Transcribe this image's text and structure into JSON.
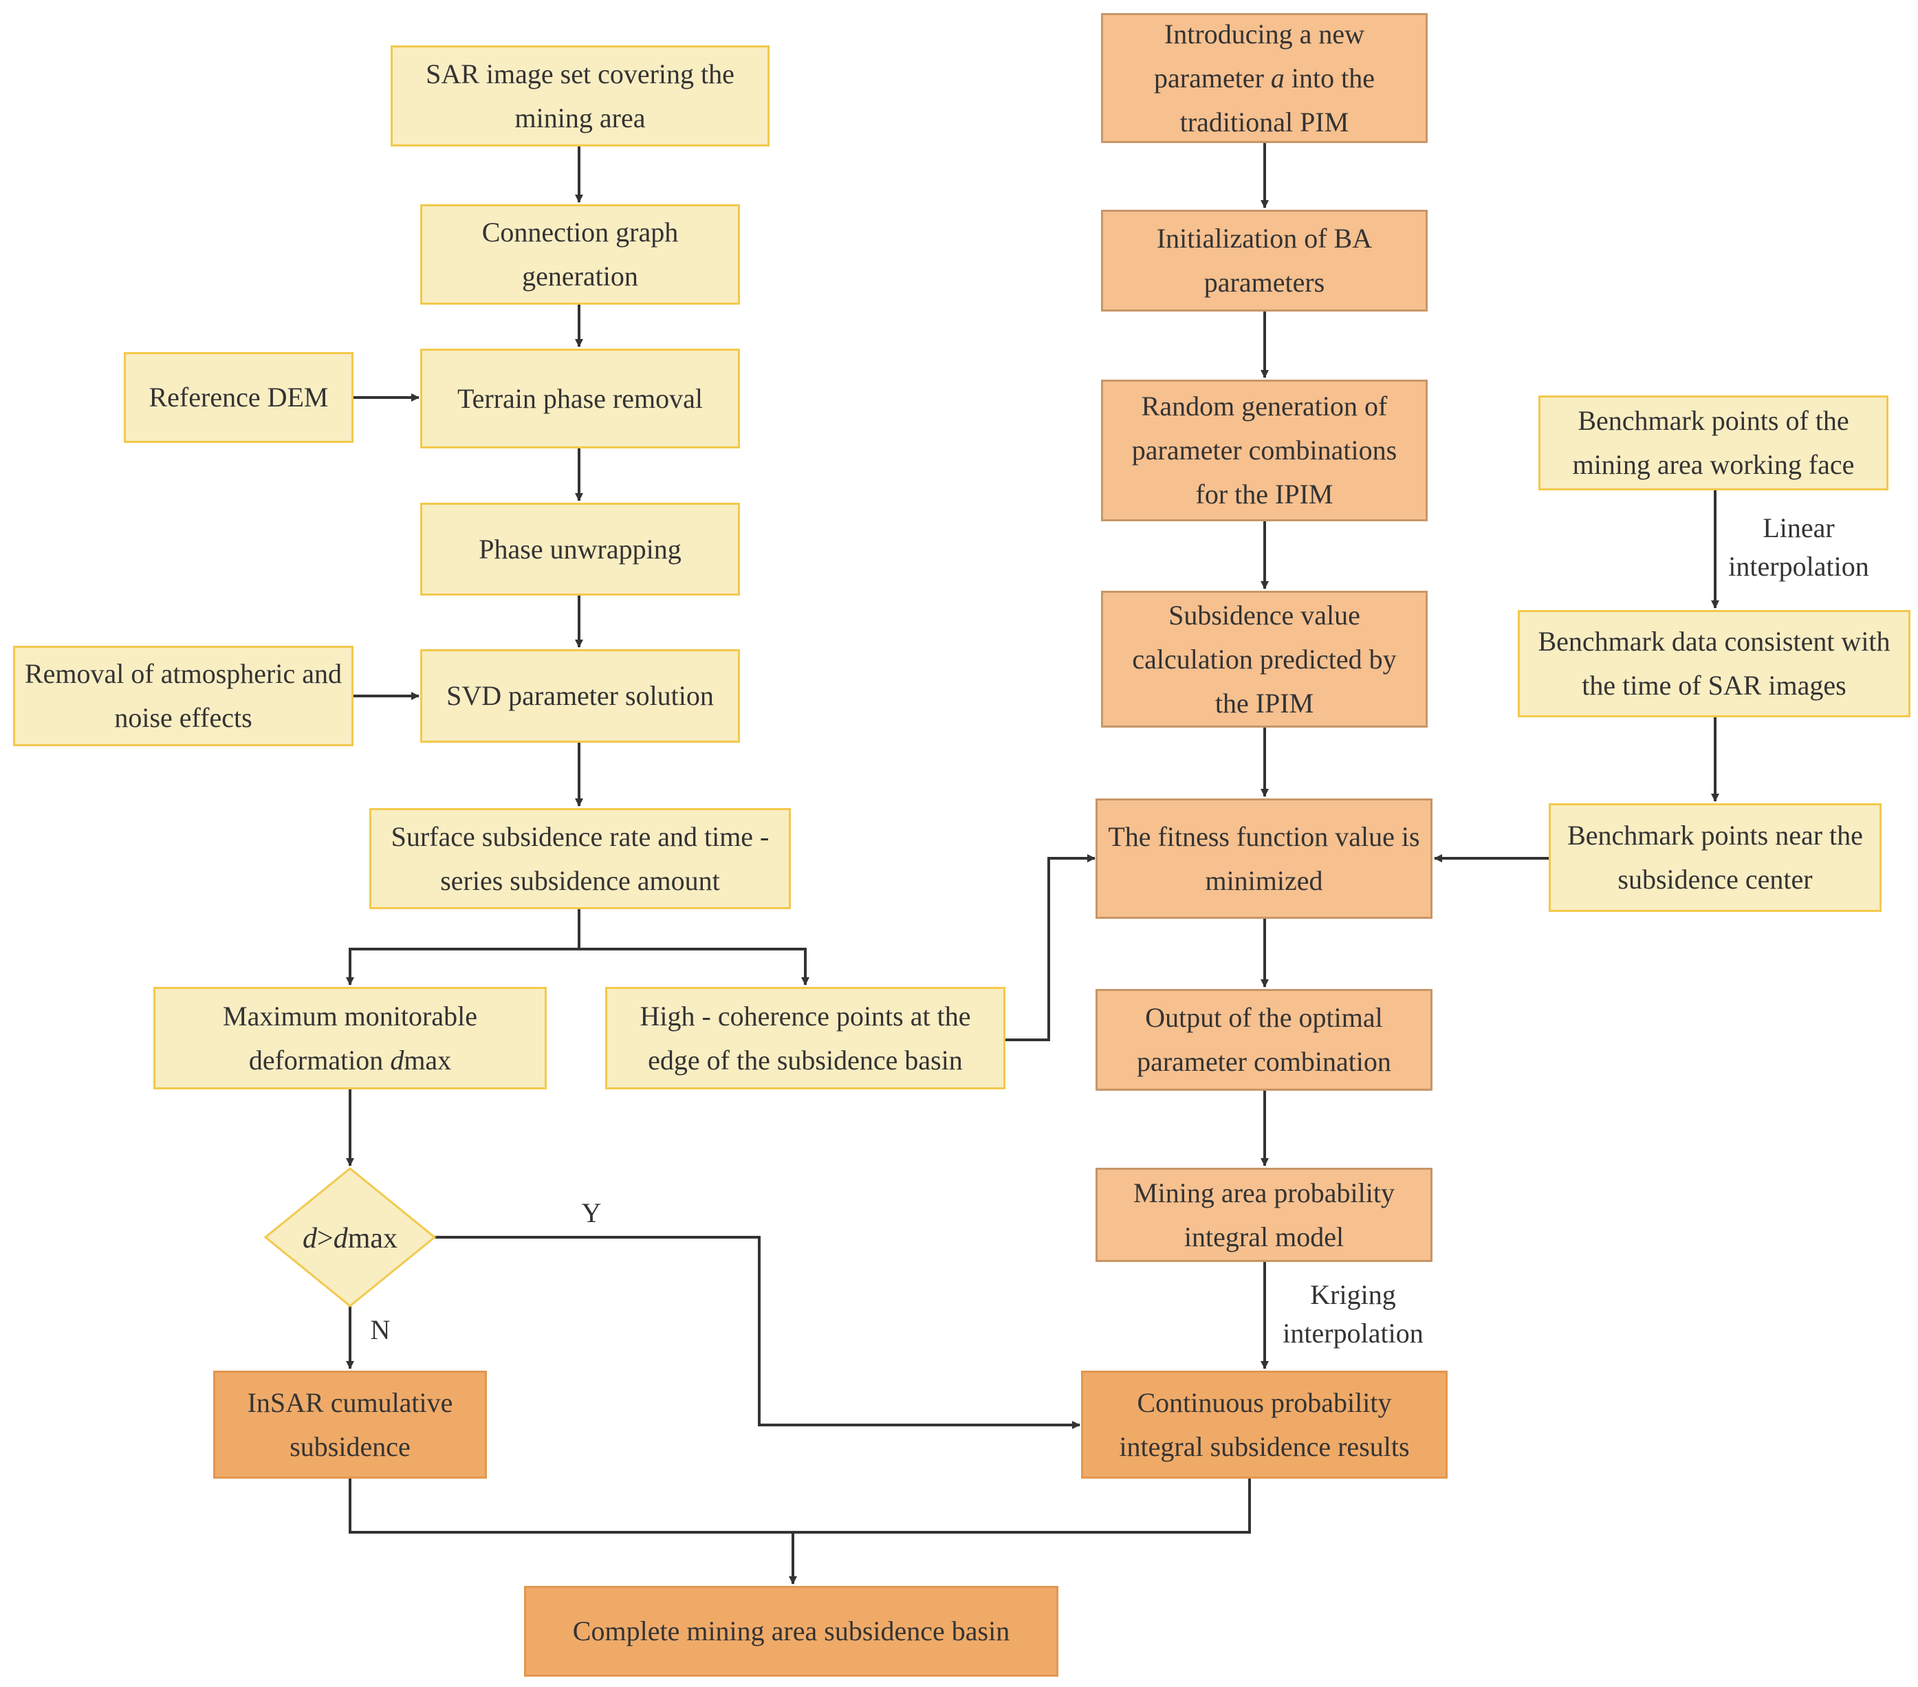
{
  "left": {
    "sar_image_set": "SAR image set covering the mining area",
    "connection_graph": "Connection graph generation",
    "reference_dem": "Reference DEM",
    "terrain_phase_removal": "Terrain phase removal",
    "phase_unwrapping": "Phase unwrapping",
    "atmospheric_removal": "Removal of atmospheric and noise effects",
    "svd_solution": "SVD parameter solution",
    "surface_subsidence": "Surface subsidence rate and time - series subsidence amount",
    "max_deformation_prefix": "Maximum monitorable deformation ",
    "max_deformation_italic": "d",
    "max_deformation_suffix": "max",
    "high_coherence": "High - coherence points at the edge of the subsidence basin",
    "decision_italic_d": "d",
    "decision_op": ">",
    "decision_italic_d2": "d",
    "decision_suffix": "max",
    "branch_yes": "Y",
    "branch_no": "N",
    "insar_cumulative": "InSAR cumulative subsidence"
  },
  "middle": {
    "introduce_param_prefix": "Introducing a new parameter ",
    "introduce_param_italic": "a",
    "introduce_param_suffix": " into the traditional PIM",
    "init_ba": "Initialization of BA parameters",
    "random_generation": "Random generation of parameter combinations for the IPIM",
    "subsidence_calc": "Subsidence value calculation predicted by the IPIM",
    "fitness_min": "The fitness function value is minimized",
    "optimal_output": "Output of the optimal parameter combination",
    "probability_model": "Mining area probability integral model",
    "kriging_label": "Kriging interpolation",
    "continuous_results": "Continuous probability integral subsidence results"
  },
  "right": {
    "benchmark_points": "Benchmark points of the mining area working face",
    "linear_label": "Linear interpolation",
    "benchmark_data": "Benchmark data consistent with the time of SAR images",
    "benchmark_near": "Benchmark points near the subsidence center"
  },
  "bottom": {
    "complete_basin": "Complete mining area subsidence basin"
  },
  "colors": {
    "light_fill": "#f9edc2",
    "light_border": "#f2c94c",
    "orange_light_fill": "#f6c08f",
    "orange_dark_fill": "#efaa68",
    "arrow": "#333333"
  }
}
